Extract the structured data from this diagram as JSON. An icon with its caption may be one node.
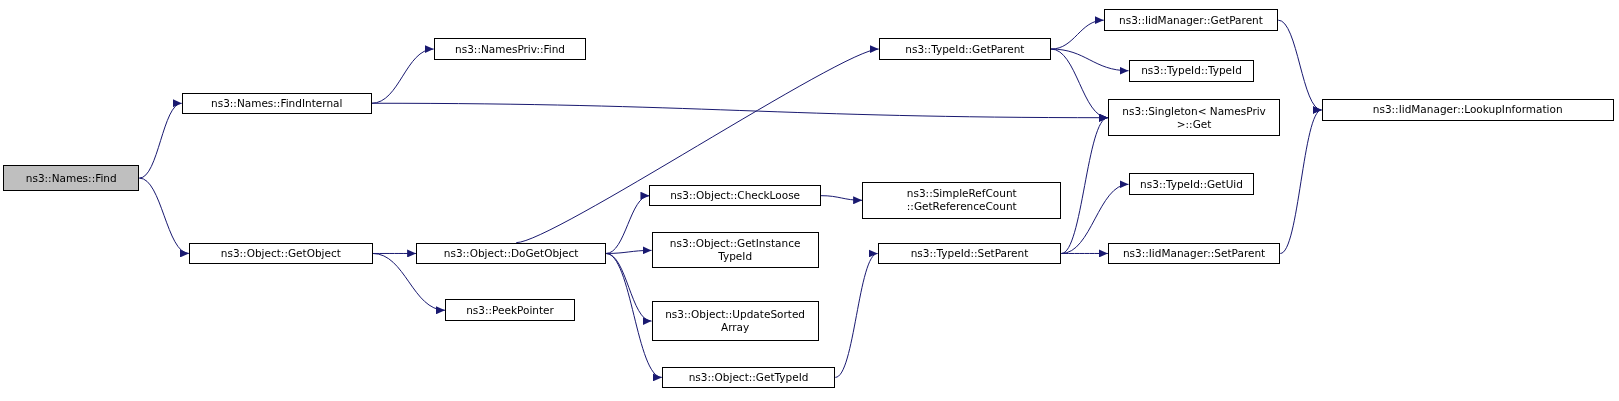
{
  "diagram": {
    "nodes": [
      {
        "text": [
          "ns3::Names::Find"
        ]
      },
      {
        "text": [
          "ns3::Names::FindInternal"
        ]
      },
      {
        "text": [
          "ns3::NamesPriv::Find"
        ]
      },
      {
        "text": [
          "ns3::Object::GetObject"
        ]
      },
      {
        "text": [
          "ns3::PeekPointer"
        ]
      },
      {
        "text": [
          "ns3::Object::DoGetObject"
        ]
      },
      {
        "text": [
          "ns3::TypeId::GetParent"
        ]
      },
      {
        "text": [
          "ns3::Object::CheckLoose"
        ]
      },
      {
        "text": [
          "ns3::SimpleRefCount ::GetReferenceCount"
        ]
      },
      {
        "text": [
          "ns3::Object::GetInstance TypeId"
        ]
      },
      {
        "text": [
          "ns3::Object::UpdateSorted Array"
        ]
      },
      {
        "text": [
          "ns3::Object::GetTypeId"
        ]
      },
      {
        "text": [
          "ns3::TypeId::SetParent"
        ]
      },
      {
        "text": [
          "ns3::IidManager::GetParent"
        ]
      },
      {
        "text": [
          "ns3::TypeId::TypeId"
        ]
      },
      {
        "text": [
          "ns3::Singleton< NamesPriv >::Get"
        ]
      },
      {
        "text": [
          "ns3::TypeId::GetUid"
        ]
      },
      {
        "text": [
          "ns3::IidManager::SetParent"
        ]
      },
      {
        "text": [
          "ns3::IidManager::LookupInformation"
        ]
      }
    ],
    "edges": [
      {
        "from": 0,
        "to": 1,
        "arrow": "to"
      },
      {
        "from": 0,
        "to": 3,
        "arrow": "to"
      },
      {
        "from": 1,
        "to": 2,
        "arrow": "to"
      },
      {
        "from": 1,
        "to": 15,
        "arrow": "to"
      },
      {
        "from": 3,
        "to": 5,
        "arrow": "to"
      },
      {
        "from": 3,
        "to": 4,
        "arrow": "to"
      },
      {
        "from": 5,
        "to": 6,
        "arrow": "to"
      },
      {
        "from": 5,
        "to": 7,
        "arrow": "to"
      },
      {
        "from": 5,
        "to": 9,
        "arrow": "to"
      },
      {
        "from": 5,
        "to": 10,
        "arrow": "to"
      },
      {
        "from": 5,
        "to": 11,
        "arrow": "to"
      },
      {
        "from": 7,
        "to": 8,
        "arrow": "to"
      },
      {
        "from": 6,
        "to": 13,
        "arrow": "to"
      },
      {
        "from": 6,
        "to": 14,
        "arrow": "to"
      },
      {
        "from": 6,
        "to": 15,
        "arrow": "to"
      },
      {
        "from": 11,
        "to": 12,
        "arrow": "to"
      },
      {
        "from": 12,
        "to": 15,
        "arrow": "to"
      },
      {
        "from": 12,
        "to": 16,
        "arrow": "to"
      },
      {
        "from": 12,
        "to": 17,
        "arrow": "to"
      },
      {
        "from": 13,
        "to": 18,
        "arrow": "to"
      },
      {
        "from": 17,
        "to": 18,
        "arrow": "to"
      }
    ]
  }
}
